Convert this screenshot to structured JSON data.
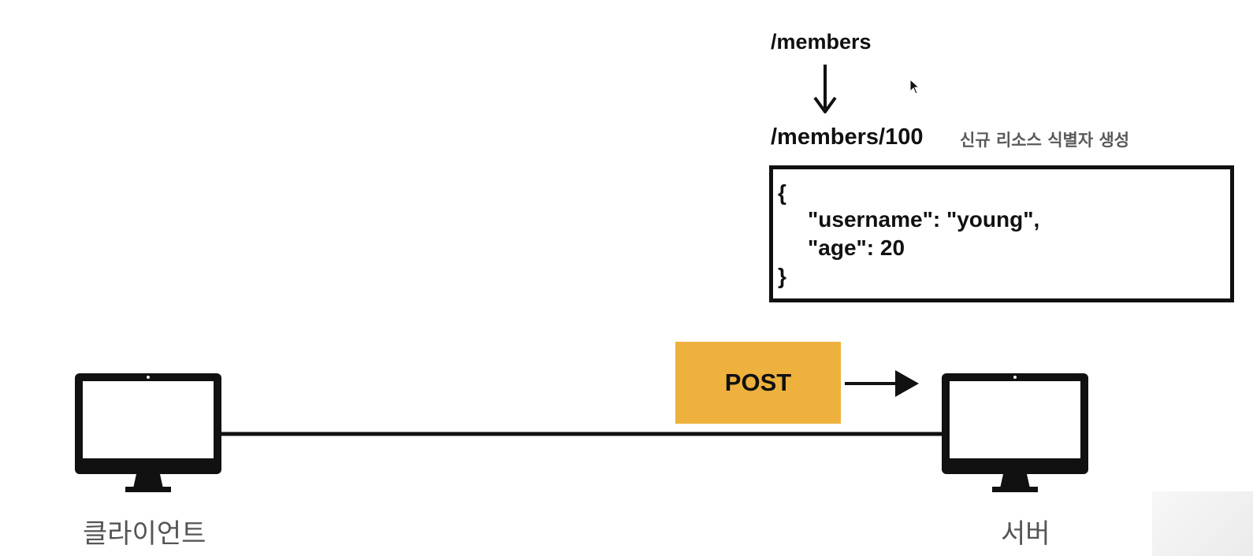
{
  "diagram": {
    "source_path": "/members",
    "created_path": "/members/100",
    "created_note": "신규 리소스 식별자 생성",
    "json_body": {
      "open_brace": "{",
      "line_username": "\"username\": \"young\",",
      "line_age": "\"age\": 20",
      "close_brace": "}"
    },
    "method": "POST",
    "method_color": "#eeb13d",
    "client_label": "클라이언트",
    "server_label": "서버",
    "icons": [
      "down-arrow-icon",
      "right-arrow-icon",
      "monitor-icon",
      "cursor-icon"
    ]
  }
}
